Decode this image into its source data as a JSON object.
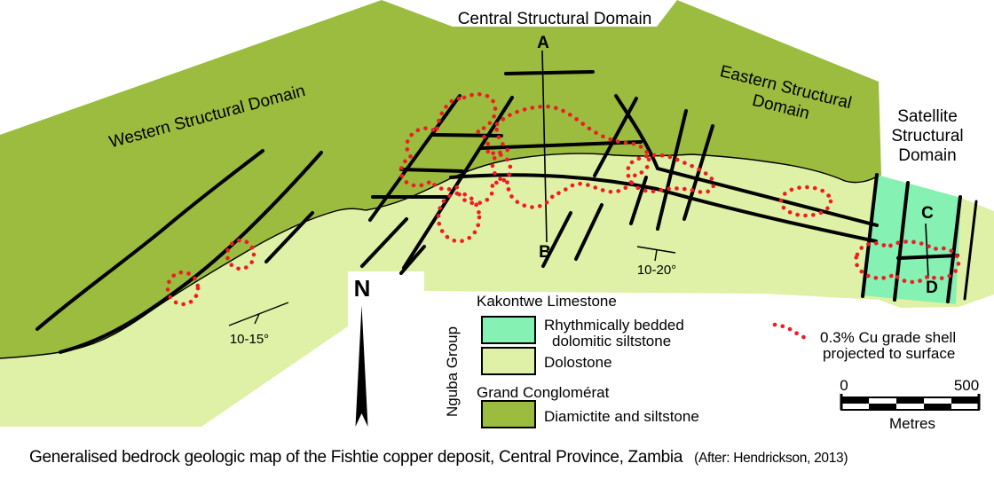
{
  "map": {
    "domain_labels": {
      "western": "Western Structural Domain",
      "central": "Central Structural Domain",
      "eastern_line1": "Eastern Structural",
      "eastern_line2": "Domain",
      "satellite_line1": "Satellite",
      "satellite_line2": "Structural",
      "satellite_line3": "Domain"
    },
    "section_markers": {
      "a": "A",
      "b": "B",
      "c": "C",
      "d": "D"
    },
    "dip_measurements": {
      "west": "10-15°",
      "east": "10-20°"
    },
    "north_arrow_label": "N"
  },
  "legend": {
    "stratigraphy": {
      "group_label": "Nguba Group",
      "kakontwe_heading": "Kakontwe Limestone",
      "rhythmic_label_line1": "Rhythmically bedded",
      "rhythmic_label_line2": "dolomitic siltstone",
      "dolostone_label": "Dolostone",
      "grand_conglomerat_heading": "Grand Conglomérat",
      "diamictite_label": "Diamictite and siltstone"
    },
    "grade_shell": {
      "line1": "0.3% Cu grade shell",
      "line2": "projected to surface"
    },
    "scale_bar": {
      "start_label": "0",
      "end_label": "500",
      "unit_label": "Metres"
    }
  },
  "caption": {
    "main": "Generalised bedrock geologic map of the Fishtie copper deposit, Central Province, Zambia",
    "credit": "(After: Hendrickson, 2013)"
  },
  "colors": {
    "diamictite_siltstone": "#9BBC3E",
    "dolostone": "#DFF1A6",
    "dolomitic_siltstone": "#85F1B2",
    "grade_shell_red": "#EE1C24",
    "fault_black": "#000000"
  }
}
